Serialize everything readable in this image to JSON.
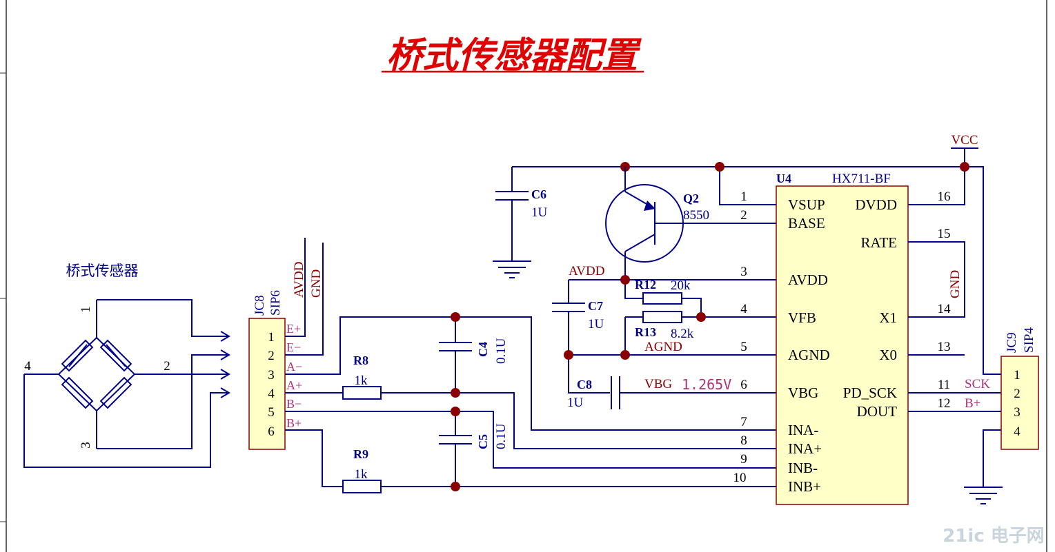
{
  "title": "桥式传感器配置",
  "bridge": {
    "label": "桥式传感器",
    "pins": [
      "1",
      "2",
      "3",
      "4"
    ]
  },
  "jc8": {
    "ref": "JC8",
    "type": "SIP6",
    "pins": [
      "1",
      "2",
      "3",
      "4",
      "5",
      "6"
    ],
    "signals": [
      "E+",
      "E−",
      "A−",
      "A+",
      "B−",
      "B+"
    ],
    "rails": [
      "AVDD",
      "GND"
    ]
  },
  "jc9": {
    "ref": "JC9",
    "type": "SIP4",
    "pins": [
      "1",
      "2",
      "3",
      "4"
    ]
  },
  "u4": {
    "ref": "U4",
    "part": "HX711-BF",
    "left_pins": [
      {
        "num": "1",
        "name": "VSUP"
      },
      {
        "num": "2",
        "name": "BASE"
      },
      {
        "num": "3",
        "name": "AVDD"
      },
      {
        "num": "4",
        "name": "VFB"
      },
      {
        "num": "5",
        "name": "AGND"
      },
      {
        "num": "6",
        "name": "VBG"
      },
      {
        "num": "7",
        "name": "INA-"
      },
      {
        "num": "8",
        "name": "INA+"
      },
      {
        "num": "9",
        "name": "INB-"
      },
      {
        "num": "10",
        "name": "INB+"
      }
    ],
    "right_pins": [
      {
        "num": "16",
        "name": "DVDD"
      },
      {
        "num": "15",
        "name": "RATE"
      },
      {
        "num": "14",
        "name": "X1"
      },
      {
        "num": "13",
        "name": "X0"
      },
      {
        "num": "12",
        "name": "DOUT"
      },
      {
        "num": "11",
        "name": "PD_SCK"
      }
    ]
  },
  "components": {
    "c6": {
      "ref": "C6",
      "value": "1U"
    },
    "c7": {
      "ref": "C7",
      "value": "1U"
    },
    "c8": {
      "ref": "C8",
      "value": "1U"
    },
    "c4": {
      "ref": "C4",
      "value": "0.1U"
    },
    "c5": {
      "ref": "C5",
      "value": "0.1U"
    },
    "r8": {
      "ref": "R8",
      "value": "1k"
    },
    "r9": {
      "ref": "R9",
      "value": "1k"
    },
    "r12": {
      "ref": "R12",
      "value": "20k"
    },
    "r13": {
      "ref": "R13",
      "value": "8.2k"
    },
    "q2": {
      "ref": "Q2",
      "value": "8550"
    }
  },
  "nets": {
    "vcc": "VCC",
    "avdd": "AVDD",
    "agnd": "AGND",
    "vbg": "VBG",
    "vbg_value": "1.265V",
    "gnd": "GND",
    "sck": "SCK",
    "bplus": "B+"
  },
  "watermark": "21ic 电子网"
}
